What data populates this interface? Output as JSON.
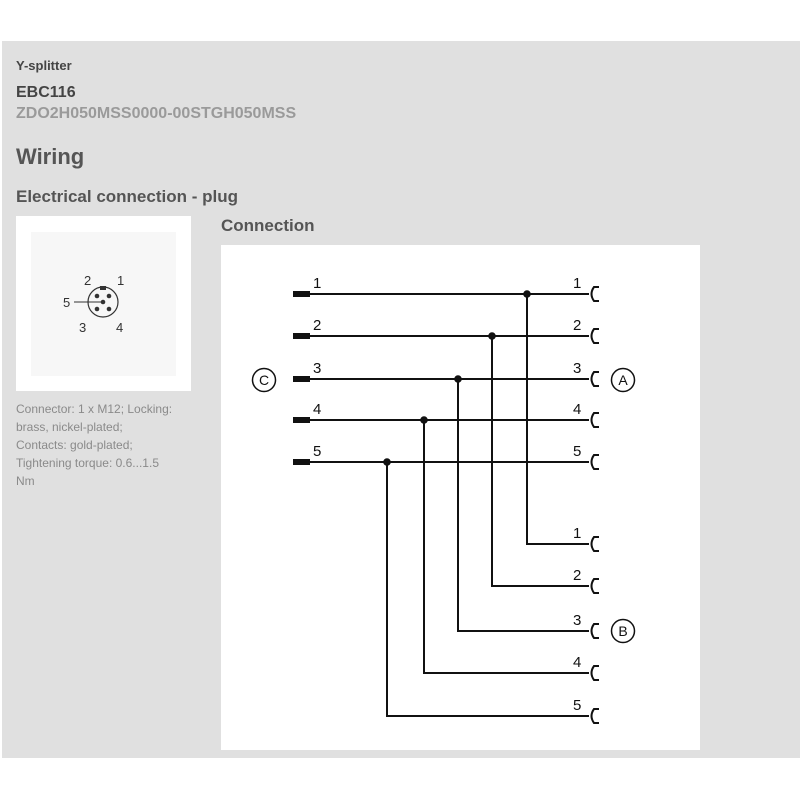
{
  "header": {
    "product_type": "Y-splitter",
    "product_code": "EBC116",
    "article_number": "ZDO2H050MSS0000-00STGH050MSS"
  },
  "section_title": "Wiring",
  "subsection_title": "Electrical connection - plug",
  "pin_diagram": {
    "pin_labels": [
      "1",
      "2",
      "3",
      "4",
      "5"
    ]
  },
  "connector_notes": [
    "Connector: 1 x M12; Locking:",
    "brass, nickel-plated;",
    "Contacts: gold-plated;",
    "Tightening torque: 0.6...1.5",
    "Nm"
  ],
  "connection_diagram": {
    "caption": "Connection",
    "input_label": "C",
    "output_a_label": "A",
    "output_b_label": "B",
    "wire_numbers": [
      "1",
      "2",
      "3",
      "4",
      "5"
    ]
  }
}
